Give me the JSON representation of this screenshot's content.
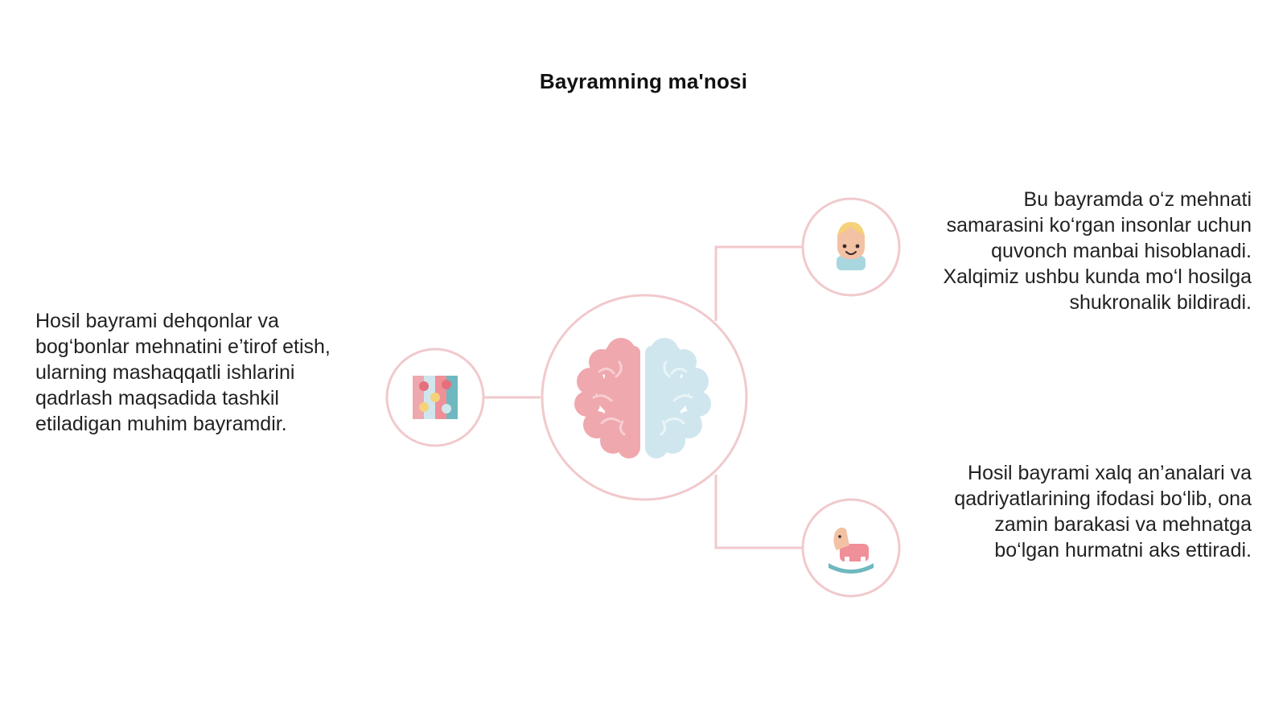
{
  "slide": {
    "title": "Bayramning ma'nosi",
    "nodes": [
      {
        "id": "left",
        "icon": "puzzle-icon",
        "text": "Hosil bayrami dehqonlar va bog‘bonlar mehnatini e’tirof etish, ularning mashaqqatli ishlarini qadrlash maqsadida tashkil etiladigan muhim bayramdir."
      },
      {
        "id": "top-right",
        "icon": "child-icon",
        "text": "Bu bayramda o‘z mehnati samarasini ko‘rgan insonlar uchun quvonch manbai hisoblanadi. Xalqimiz ushbu kunda mo‘l hosilga shukronalik bildiradi."
      },
      {
        "id": "bottom-right",
        "icon": "rocking-horse-icon",
        "text": "Hosil bayrami xalq an’analari va qadriyatlarining ifodasi bo‘lib, ona zamin barakasi va mehnatga bo‘lgan hurmatni aks ettiradi."
      }
    ],
    "center_icon": "brain-icon"
  },
  "colors": {
    "line": "#f1c9cc",
    "pink": "#ef9fa7",
    "light_blue": "#cfe6ee",
    "teal": "#6fb8c0",
    "yellow": "#f5d27a",
    "skin": "#f3c1a4"
  }
}
